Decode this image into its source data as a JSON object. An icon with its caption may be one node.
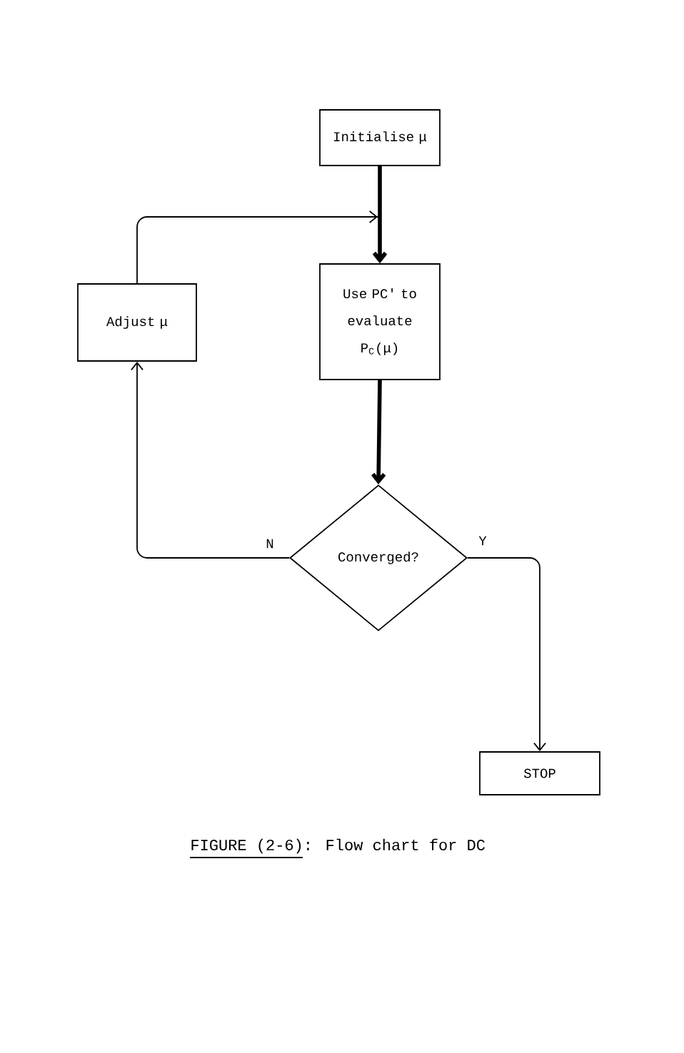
{
  "diagram": {
    "caption": "FIGURE (2-6): Flow chart for DC",
    "nodes": [
      {
        "text": [
          "Initialise μ"
        ]
      },
      {
        "text": [
          "Use PC′ to evaluate P$_{C}$(μ)"
        ]
      },
      {
        "text": [
          "Adjust μ"
        ]
      },
      {
        "text": [
          "Converged?"
        ]
      },
      {
        "text": [
          "STOP"
        ]
      }
    ],
    "edges": [
      {
        "from": 0,
        "to": 1,
        "arrow": "to",
        "style": "thick"
      },
      {
        "from": 2,
        "to": 1,
        "arrow": "to"
      },
      {
        "from": 1,
        "to": 3,
        "arrow": "to",
        "style": "thick"
      },
      {
        "from": 3,
        "to": 2,
        "arrow": "to",
        "label": "N"
      },
      {
        "from": 3,
        "to": 4,
        "arrow": "to",
        "label": "Y"
      }
    ]
  }
}
